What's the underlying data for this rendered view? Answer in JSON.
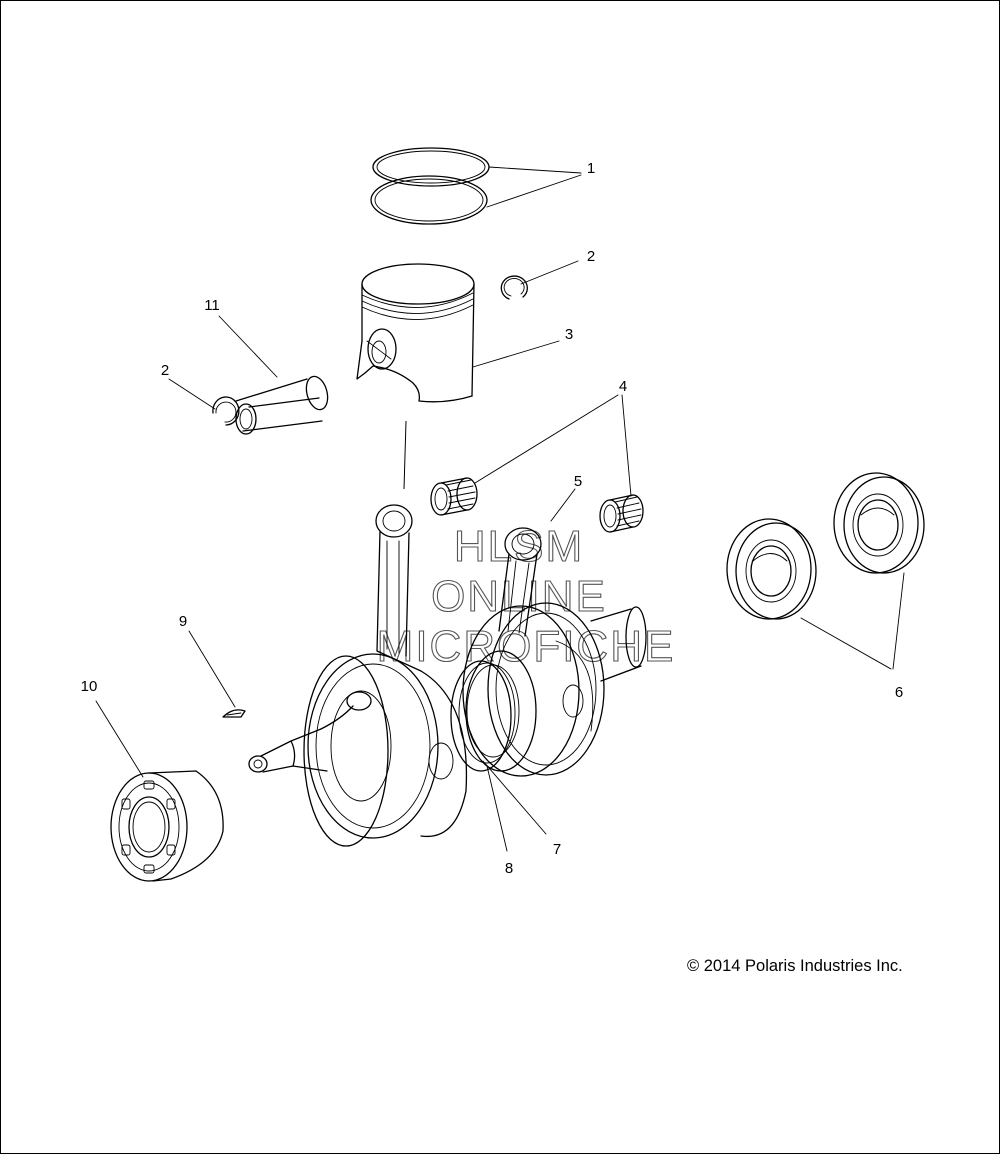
{
  "callouts": {
    "c1": "1",
    "c2a": "2",
    "c2b": "2",
    "c3": "3",
    "c4": "4",
    "c5": "5",
    "c6": "6",
    "c7": "7",
    "c8": "8",
    "c9": "9",
    "c10": "10",
    "c11": "11"
  },
  "watermark": {
    "line1": "HLSM",
    "line2": "ONLINE",
    "line3": "MICROFICHE"
  },
  "copyright": "© 2014 Polaris Industries Inc."
}
